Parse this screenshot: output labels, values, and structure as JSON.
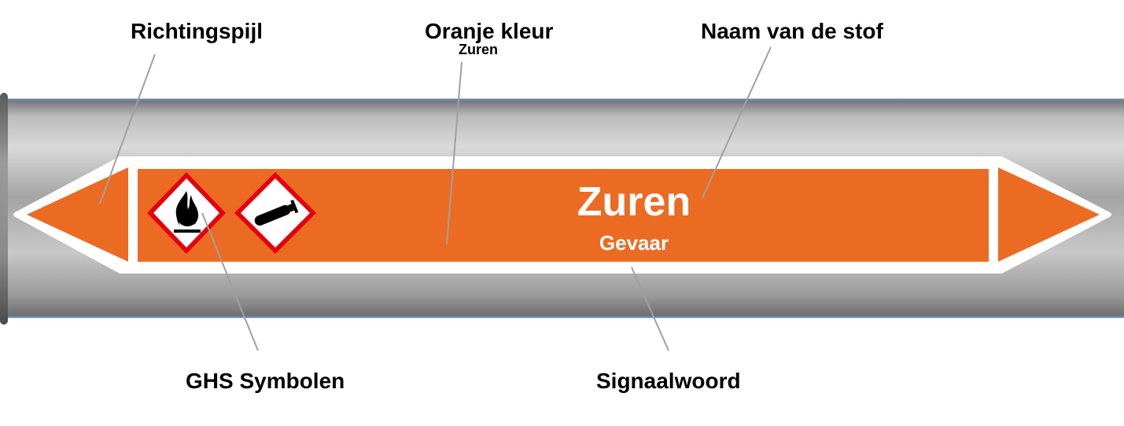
{
  "callouts": {
    "arrow": "Richtingspijl",
    "color": "Oranje kleur",
    "color_sub": "Zuren",
    "name": "Naam van de stof",
    "ghs": "GHS Symbolen",
    "signal": "Signaalwoord"
  },
  "label": {
    "substance": "Zuren",
    "signal_word": "Gevaar"
  },
  "ghs_pictograms": [
    "flame-icon",
    "gas-cylinder-icon"
  ],
  "colors": {
    "label_orange": "#ec6b22",
    "pictogram_border": "#e3000f",
    "pipe_grey": "#a9a9a9",
    "pipe_edge": "#6b83a6",
    "leader_line": "#a0a0a0"
  }
}
